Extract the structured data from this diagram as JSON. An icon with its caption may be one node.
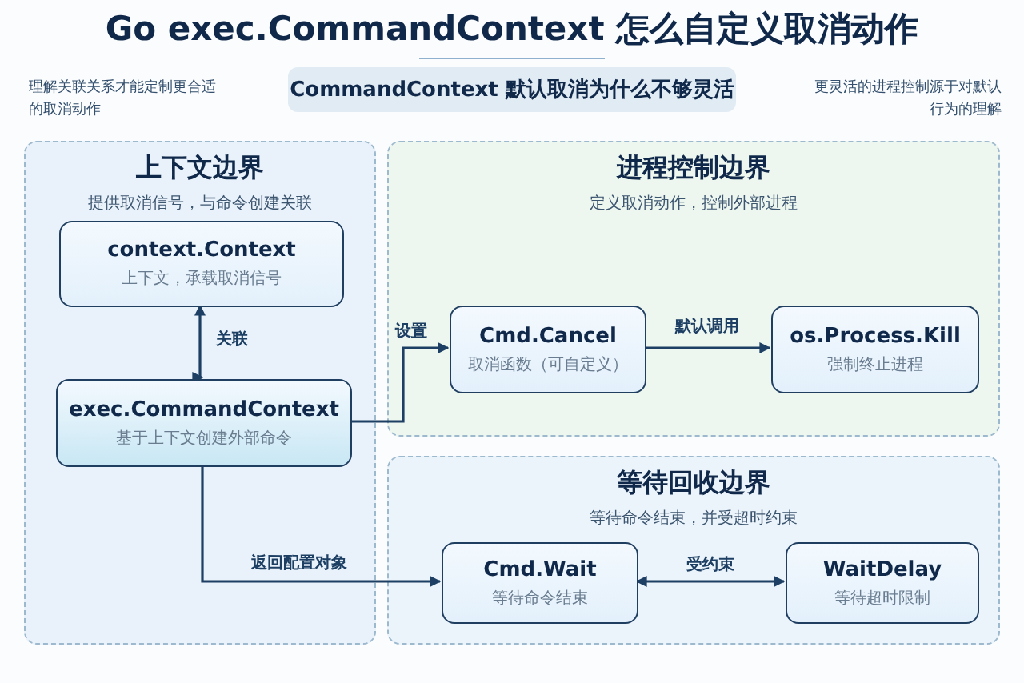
{
  "diagram": {
    "title": "Go exec.CommandContext 怎么自定义取消动作",
    "nodes": [
      {
        "text": [
          "CommandContext 默认取消为什么不够灵活"
        ]
      },
      {
        "text": [
          "上下文边界",
          "提供取消信号，与命令创建关联"
        ]
      },
      {
        "text": [
          "context.Context",
          "上下文，承载取消信号"
        ],
        "in": 1
      },
      {
        "text": [
          "exec.CommandContext",
          "基于上下文创建外部命令"
        ],
        "in": 1
      },
      {
        "text": [
          "进程控制边界",
          "定义取消动作，控制外部进程"
        ]
      },
      {
        "text": [
          "Cmd.Cancel",
          "取消函数（可自定义）"
        ],
        "in": 4
      },
      {
        "text": [
          "os.Process.Kill",
          "强制终止进程"
        ],
        "in": 4
      },
      {
        "text": [
          "等待回收边界",
          "等待命令结束，并受超时约束"
        ]
      },
      {
        "text": [
          "Cmd.Wait",
          "等待命令结束"
        ],
        "in": 7
      },
      {
        "text": [
          "WaitDelay",
          "等待超时限制"
        ],
        "in": 7
      }
    ],
    "edges": [
      {
        "from": 2,
        "to": 3,
        "arrow": "both",
        "label": "关联"
      },
      {
        "from": 3,
        "to": 5,
        "arrow": "to",
        "label": "设置"
      },
      {
        "from": 5,
        "to": 6,
        "arrow": "to",
        "label": "默认调用"
      },
      {
        "from": 3,
        "to": 8,
        "arrow": "to",
        "label": "返回配置对象"
      },
      {
        "from": 8,
        "to": 9,
        "arrow": "both",
        "label": "受约束"
      }
    ],
    "labels": [
      "理解关联关系才能定制更合适的取消动作",
      "更灵活的进程控制源于对默认行为的理解"
    ]
  }
}
